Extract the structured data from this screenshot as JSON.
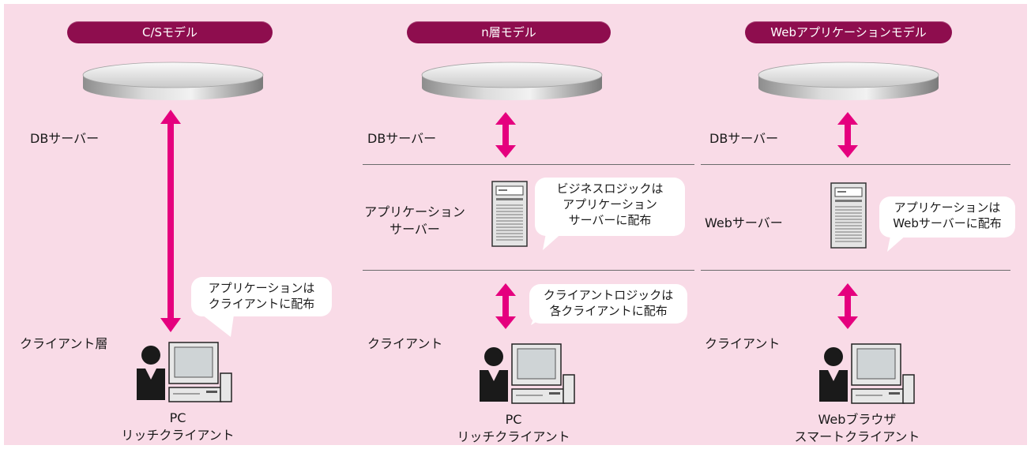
{
  "columns": [
    {
      "title": "C/Sモデル",
      "db_label": "DBサーバー",
      "client_label": "クライアント層",
      "client_caption": [
        "PC",
        "リッチクライアント"
      ],
      "bubble": [
        "アプリケーションは",
        "クライアントに配布"
      ]
    },
    {
      "title": "n層モデル",
      "db_label": "DBサーバー",
      "server_label": [
        "アプリケーション",
        "サーバー"
      ],
      "server_bubble": [
        "ビジネスロジックは",
        "アプリケーション",
        "サーバーに配布"
      ],
      "client_label": "クライアント",
      "client_bubble": [
        "クライアントロジックは",
        "各クライアントに配布"
      ],
      "client_caption": [
        "PC",
        "リッチクライアント"
      ]
    },
    {
      "title": "Webアプリケーションモデル",
      "db_label": "DBサーバー",
      "server_label": "Webサーバー",
      "server_bubble": [
        "アプリケーションは",
        "Webサーバーに配布"
      ],
      "client_label": "クライアント",
      "client_caption": [
        "Webブラウザ",
        "スマートクライアント"
      ]
    }
  ],
  "colors": {
    "background": "#f9dbe7",
    "pill": "#8e0d4e",
    "arrow": "#e5007e",
    "separator": "#6b6b6b"
  },
  "icons": [
    "database-disk-icon",
    "server-tower-icon",
    "user-person-icon",
    "desktop-pc-icon",
    "double-arrow-icon"
  ]
}
